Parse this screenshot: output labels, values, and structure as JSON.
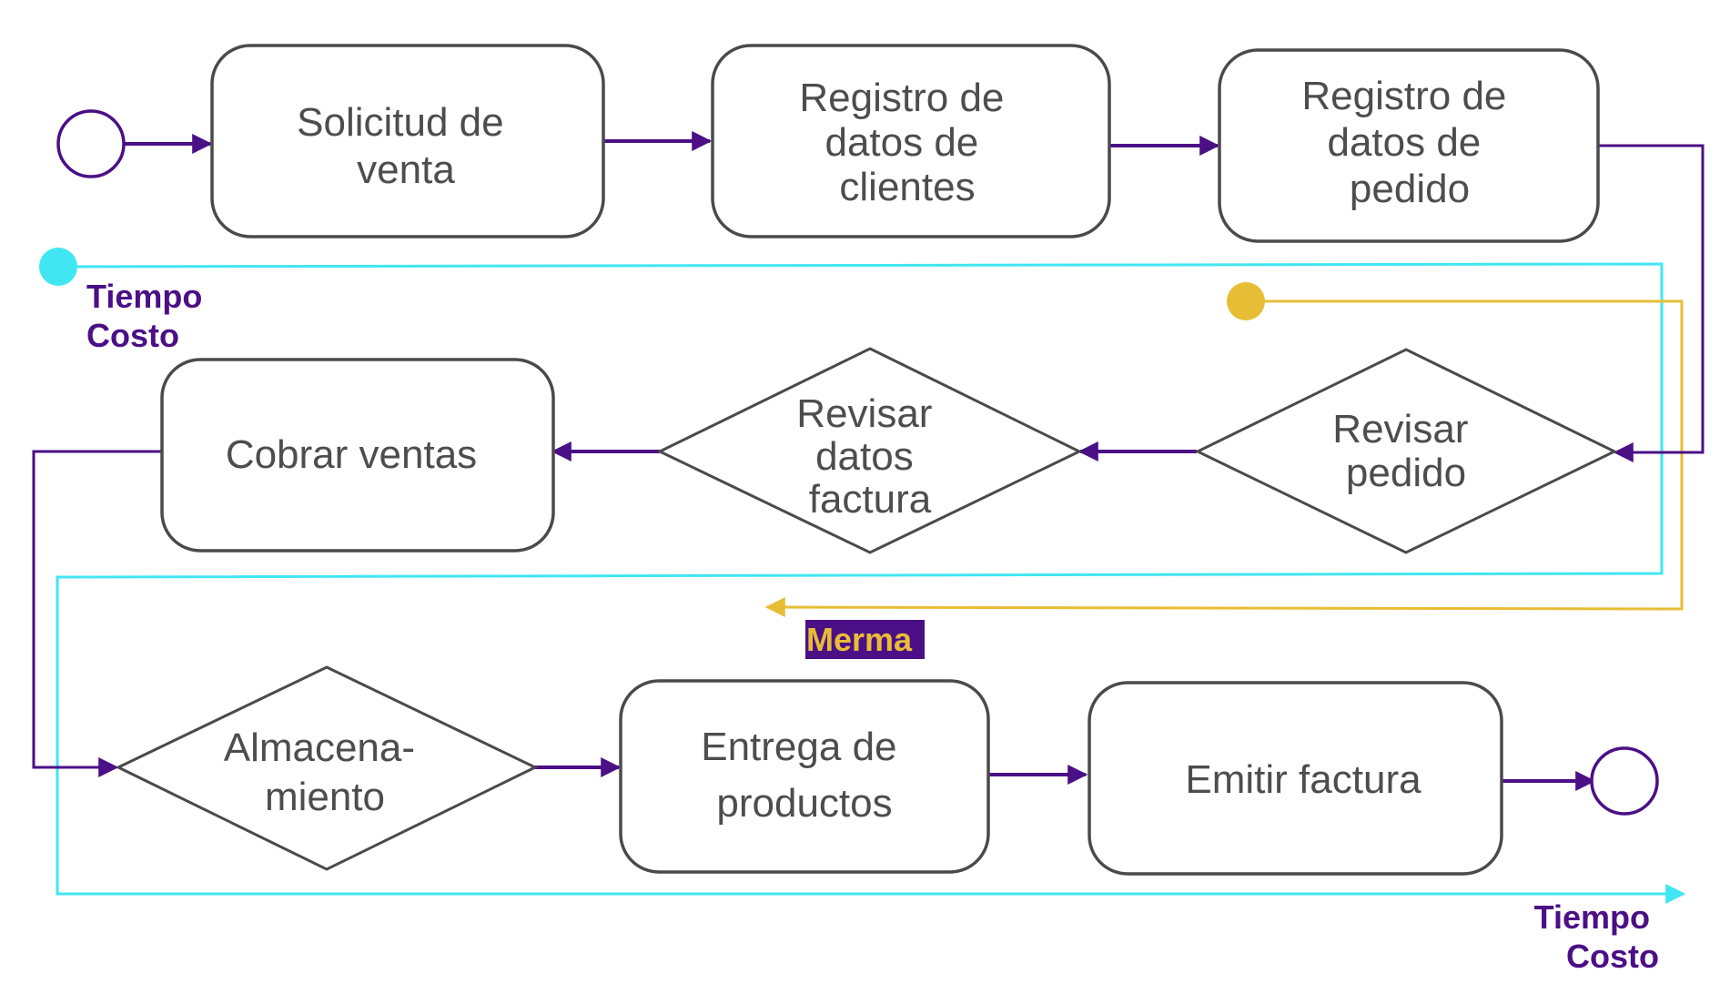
{
  "nodes": {
    "solicitud": [
      "Solicitud de",
      "venta"
    ],
    "registro_clientes": [
      "Registro de",
      "datos de",
      "clientes"
    ],
    "registro_pedido": [
      "Registro de",
      "datos de",
      "pedido"
    ],
    "revisar_pedido": [
      "Revisar",
      "pedido"
    ],
    "revisar_factura": [
      "Revisar",
      "datos",
      "factura"
    ],
    "cobrar": [
      "Cobrar ventas"
    ],
    "almacenamiento": [
      "Almacena-",
      "miento"
    ],
    "entrega": [
      "Entrega de",
      "productos"
    ],
    "emitir": [
      "Emitir factura"
    ]
  },
  "labels": {
    "tiempo_costo_start": [
      "Tiempo",
      "Costo"
    ],
    "tiempo_costo_end": [
      "Tiempo",
      "Costo"
    ],
    "merma": "Merma"
  },
  "colors": {
    "flow": "#4b0f86",
    "tiempo_costo_line": "#40e6f2",
    "merma_line": "#e8bd36",
    "merma_background": "#4b0f86",
    "node_border": "#4a4a4a",
    "node_text": "#4d4d4d"
  }
}
